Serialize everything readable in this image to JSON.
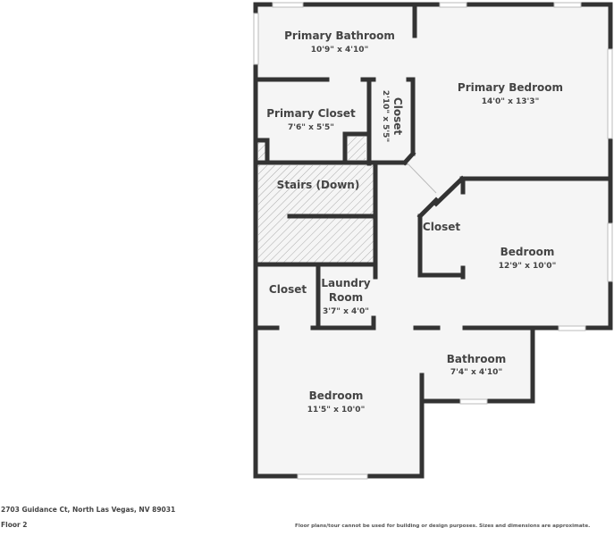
{
  "floorplan": {
    "colors": {
      "wall": "#333333",
      "floor": "#f5f5f5",
      "hatch": "#aaaaaa",
      "window": "#ffffff",
      "text": "#444444"
    },
    "rooms": {
      "primary_bathroom": {
        "name": "Primary Bathroom",
        "dims": "10'9\" x 4'10\""
      },
      "primary_bedroom": {
        "name": "Primary Bedroom",
        "dims": "14'0\" x 13'3\""
      },
      "primary_closet": {
        "name": "Primary Closet",
        "dims": "7'6\" x 5'5\""
      },
      "closet_small": {
        "name": "Closet",
        "dims": "2'10\" x 5'5\""
      },
      "stairs": {
        "name": "Stairs (Down)"
      },
      "closet_bedroom": {
        "name": "Closet"
      },
      "bedroom_east": {
        "name": "Bedroom",
        "dims": "12'9\" x 10'0\""
      },
      "closet_hall": {
        "name": "Closet"
      },
      "laundry": {
        "name_line1": "Laundry",
        "name_line2": "Room",
        "dims": "3'7\" x 4'0\""
      },
      "bedroom_south": {
        "name": "Bedroom",
        "dims": "11'5\" x 10'0\""
      },
      "bathroom": {
        "name": "Bathroom",
        "dims": "7'4\" x 4'10\""
      }
    }
  },
  "footer": {
    "address": "2703 Guidance Ct, North Las Vegas, NV 89031",
    "floor": "Floor 2",
    "disclaimer": "Floor plans/tour cannot be used for building or design purposes. Sizes and dimensions are approximate."
  }
}
